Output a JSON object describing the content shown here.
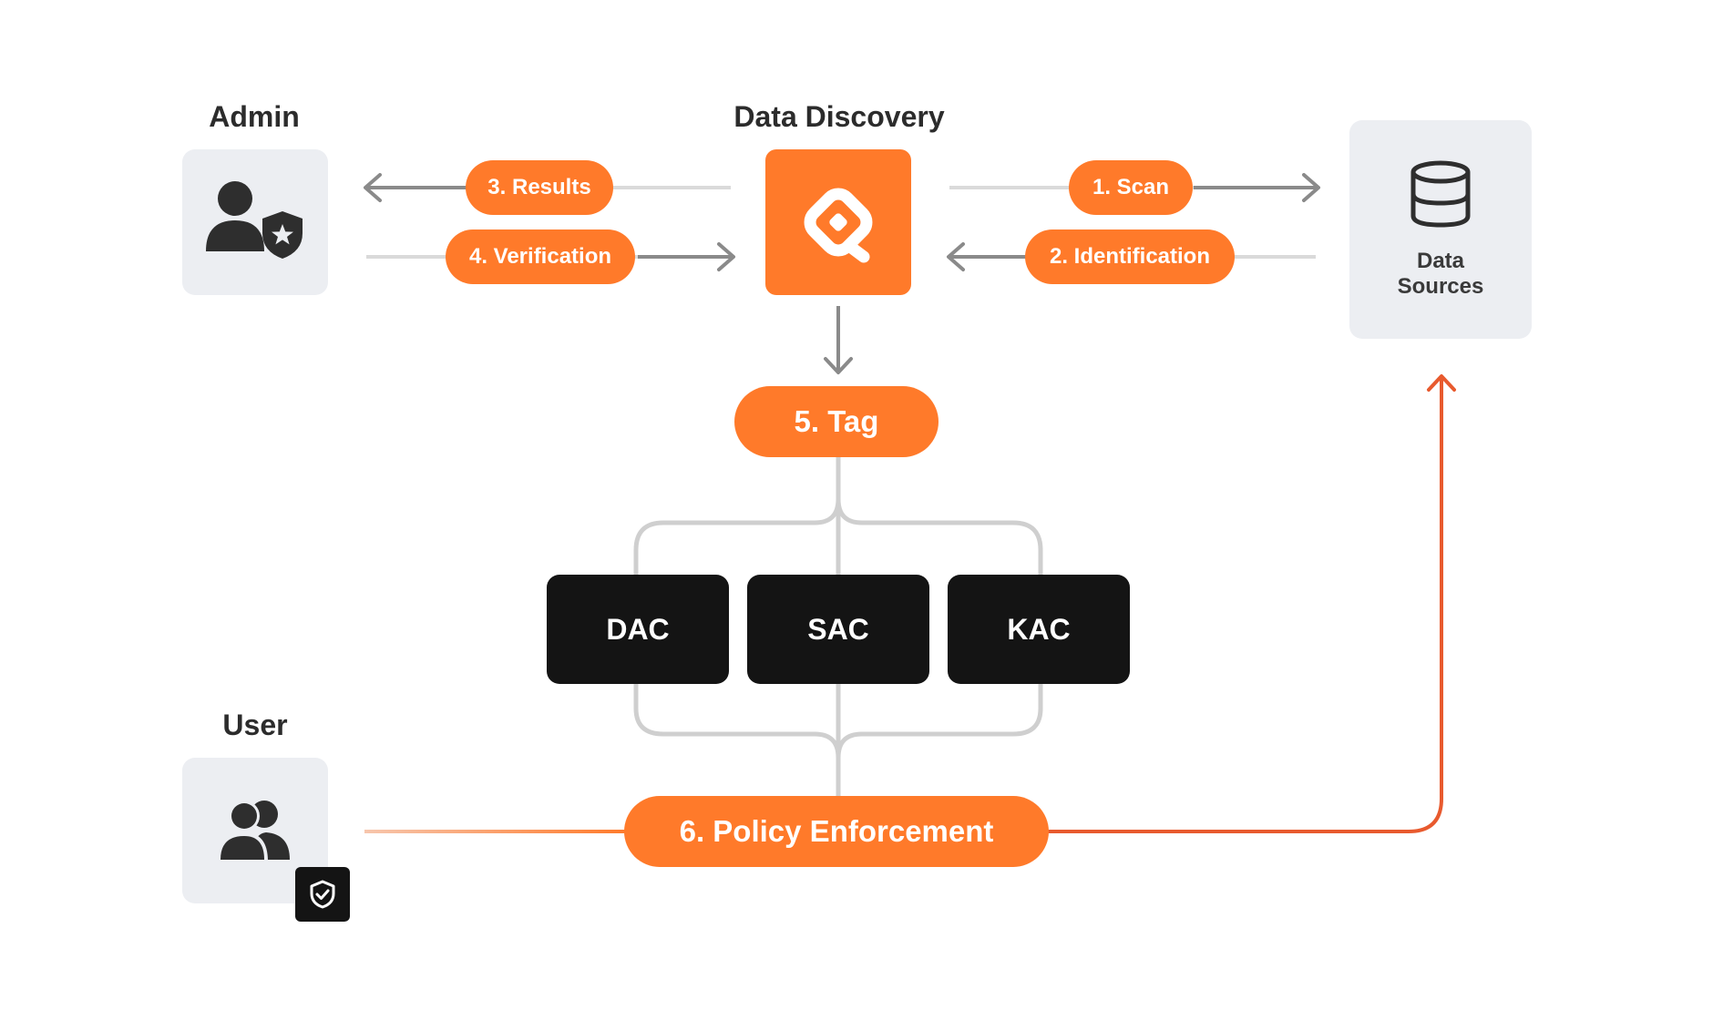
{
  "nodes": {
    "admin": {
      "title": "Admin"
    },
    "discovery": {
      "title": "Data Discovery"
    },
    "data_sources": {
      "label_line1": "Data",
      "label_line2": "Sources"
    },
    "user": {
      "title": "User"
    }
  },
  "steps": {
    "scan": "1. Scan",
    "identification": "2. Identification",
    "results": "3. Results",
    "verification": "4. Verification",
    "tag": "5. Tag",
    "policy": "6. Policy Enforcement"
  },
  "controls": [
    "DAC",
    "SAC",
    "KAC"
  ],
  "colors": {
    "accent": "#ff7a2a",
    "policy_line": "#e85a2e",
    "gray_arrow": "#8a8a8a",
    "light_line": "#cfcfcf",
    "tile_bg": "#eceef2",
    "dark": "#141414"
  },
  "icons": {
    "admin": "admin-person-shield-icon",
    "discovery": "data-discovery-logo-icon",
    "data_sources": "database-icon",
    "user": "users-group-icon",
    "badge": "shield-check-icon"
  }
}
